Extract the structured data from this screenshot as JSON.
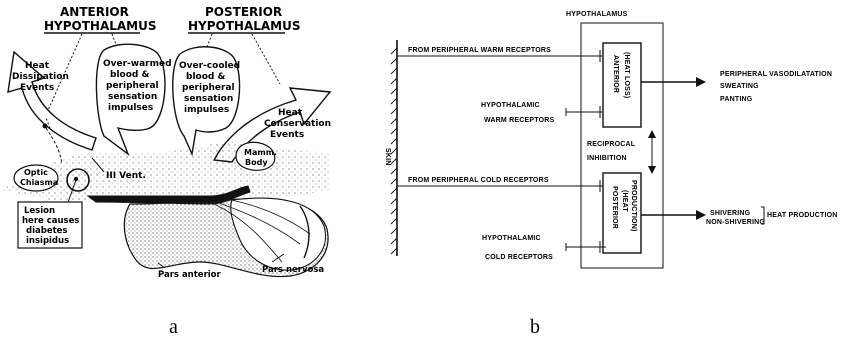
{
  "figure_a": {
    "caption": "a",
    "anterior_title_1": "ANTERIOR",
    "anterior_title_2": "HYPOTHALAMUS",
    "posterior_title_1": "POSTERIOR",
    "posterior_title_2": "HYPOTHALAMUS",
    "heat_dissipation": [
      "Heat",
      "Dissipation",
      "Events"
    ],
    "over_warmed": [
      "Over-warmed",
      "blood &",
      "peripheral",
      "sensation",
      "impulses"
    ],
    "over_cooled": [
      "Over-cooled",
      "blood &",
      "peripheral",
      "sensation",
      "impulses"
    ],
    "heat_conservation": [
      "Heat",
      "Conservation",
      "Events"
    ],
    "optic_chiasma": [
      "Optic",
      "Chiasma"
    ],
    "iii_vent": "III Vent.",
    "mamm_body": [
      "Mamm.",
      "Body"
    ],
    "lesion": [
      "Lesion",
      "here causes",
      "diabetes",
      "insipidus"
    ],
    "pars_anterior": "Pars anterior",
    "pars_nervosa": "Pars nervosa"
  },
  "figure_b": {
    "caption": "b",
    "hypothalamus": "HYPOTHALAMUS",
    "skin": "SKIN",
    "warm_peripheral": "FROM PERIPHERAL WARM RECEPTORS",
    "cold_peripheral": "FROM PERIPHERAL COLD RECEPTORS",
    "hyp_warm": [
      "HYPOTHALAMIC",
      "WARM RECEPTORS"
    ],
    "hyp_cold": [
      "HYPOTHALAMIC",
      "COLD RECEPTORS"
    ],
    "reciprocal": [
      "RECIPROCAL",
      "INHIBITION"
    ],
    "anterior_box": [
      "ANTERIOR",
      "(HEAT LOSS)"
    ],
    "posterior_box": [
      "POSTERIOR",
      "(HEAT",
      "PRODUCTION)"
    ],
    "loss_outputs": [
      "PERIPHERAL VASODILATATION",
      "SWEATING",
      "PANTING"
    ],
    "production_outputs": [
      "SHIVERING",
      "NON-SHIVERING"
    ],
    "heat_production": "HEAT PRODUCTION"
  }
}
